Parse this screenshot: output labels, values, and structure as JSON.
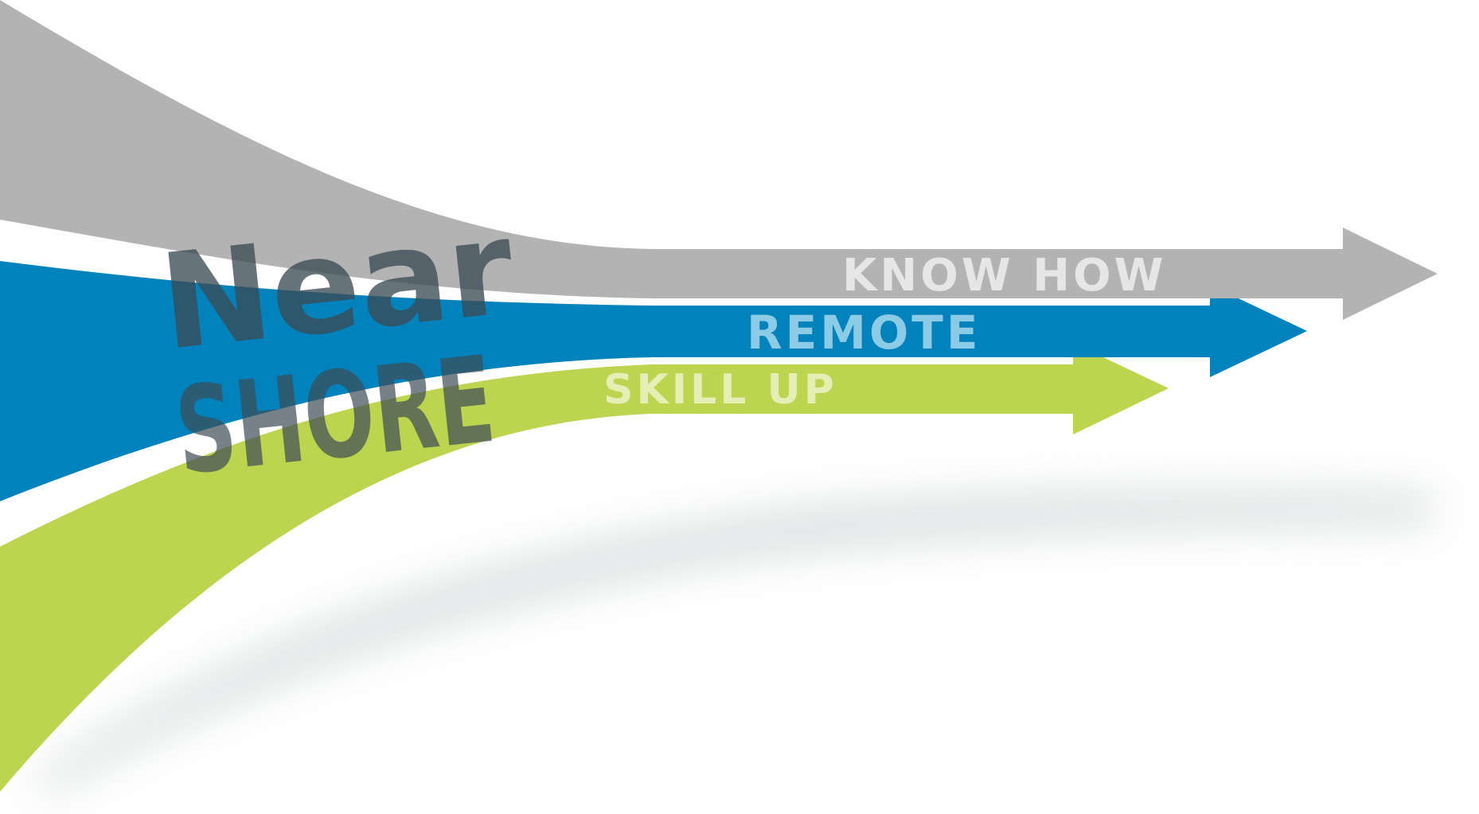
{
  "title": {
    "line1": "Near",
    "line2": "SHORE"
  },
  "arrows": [
    {
      "id": "know-how",
      "label": "KNOW HOW",
      "color": "#b3b3b3",
      "label_color": "#e6e6e6"
    },
    {
      "id": "remote",
      "label": "REMOTE",
      "color": "#0082bc",
      "label_color": "#8ccbe6"
    },
    {
      "id": "skill-up",
      "label": "SKILL UP",
      "color": "#bdd44e",
      "label_color": "#e4eeb5"
    }
  ],
  "colors": {
    "title_text": "#3c4c55",
    "shadow": "#cfd5d6",
    "background": "#ffffff"
  }
}
